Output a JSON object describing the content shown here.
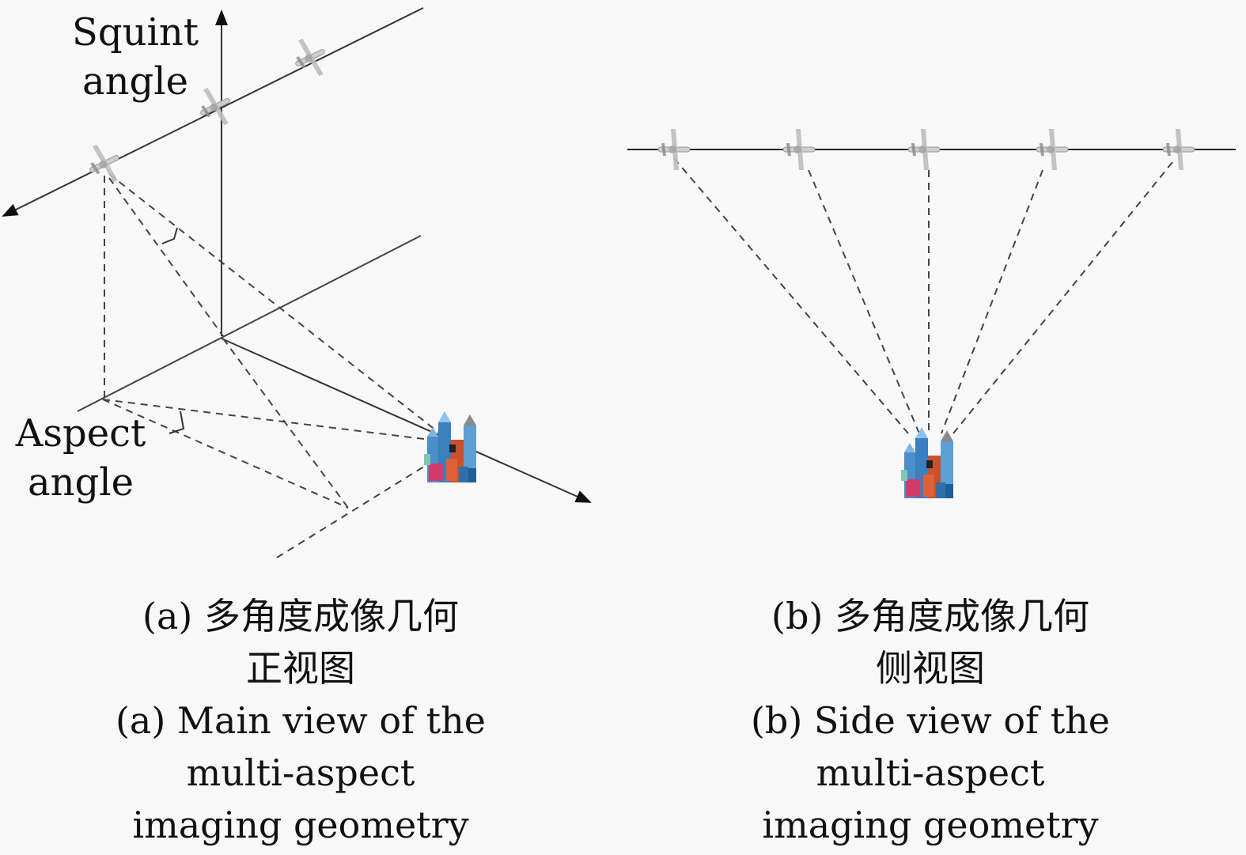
{
  "panel_a": {
    "labels": {
      "squint_line1": "Squint",
      "squint_line2": "angle",
      "aspect_line1": "Aspect",
      "aspect_line2": "angle"
    },
    "caption_cn_line1": "(a) 多角度成像几何",
    "caption_cn_line2": "正视图",
    "caption_en_line1": "(a) Main view of the",
    "caption_en_line2": "multi-aspect",
    "caption_en_line3": "imaging geometry",
    "aircraft_count": 3,
    "target_icon": "city-buildings-icon"
  },
  "panel_b": {
    "caption_cn_line1": "(b) 多角度成像几何",
    "caption_cn_line2": "侧视图",
    "caption_en_line1": "(b) Side view of the",
    "caption_en_line2": "multi-aspect",
    "caption_en_line3": "imaging geometry",
    "aircraft_count": 5,
    "target_icon": "city-buildings-icon"
  },
  "colors": {
    "background": "#f8f8f8",
    "line": "#333333",
    "dashed": "#444444",
    "building_blue": "#4a8fc9",
    "building_red": "#c9512d",
    "building_pink": "#d23a6a",
    "building_teal": "#7fc8b0"
  }
}
